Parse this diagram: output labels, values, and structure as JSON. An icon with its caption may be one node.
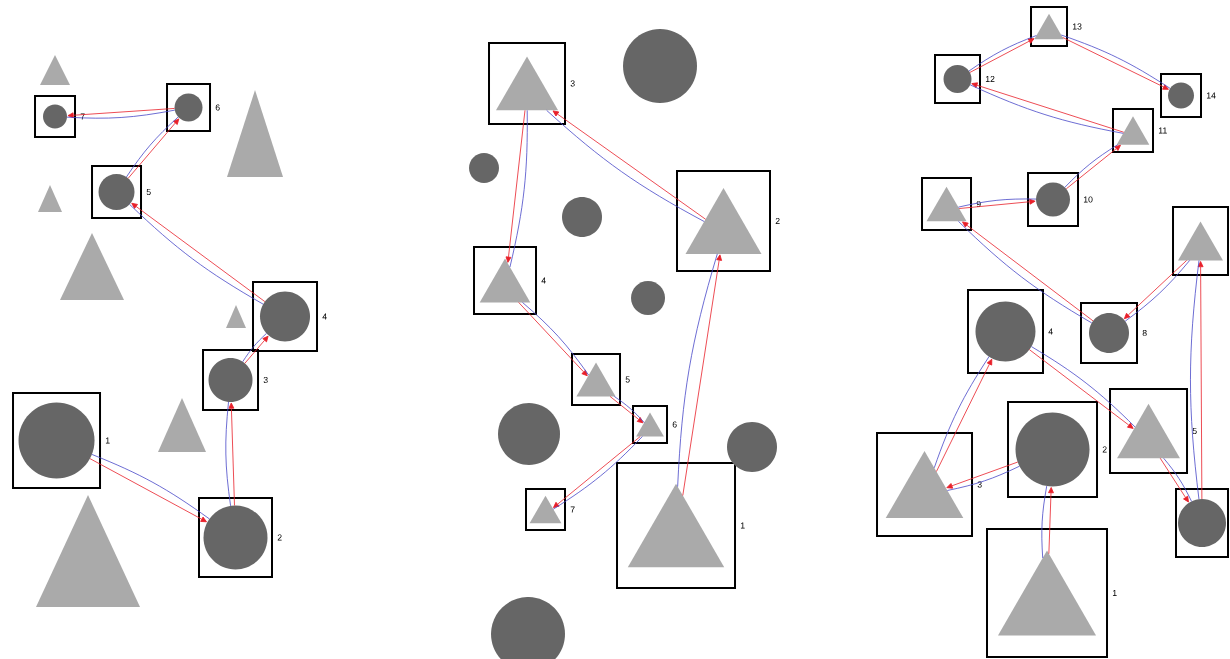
{
  "diagram": {
    "nodes": [
      {
        "text": [],
        "shape": "box",
        "beside": [
          "1"
        ]
      },
      {
        "text": [],
        "shape": "circle",
        "in": 0
      },
      {
        "text": [],
        "shape": "box",
        "beside": [
          "2"
        ]
      },
      {
        "text": [],
        "shape": "circle",
        "in": 2
      },
      {
        "text": [],
        "shape": "box",
        "beside": [
          "3"
        ]
      },
      {
        "text": [],
        "shape": "circle",
        "in": 4
      },
      {
        "text": [],
        "shape": "box",
        "beside": [
          "4"
        ]
      },
      {
        "text": [],
        "shape": "circle",
        "in": 6
      },
      {
        "text": [],
        "shape": "box",
        "beside": [
          "5"
        ]
      },
      {
        "text": [],
        "shape": "circle",
        "in": 8
      },
      {
        "text": [],
        "shape": "box",
        "beside": [
          "6"
        ]
      },
      {
        "text": [],
        "shape": "circle",
        "in": 10
      },
      {
        "text": [],
        "shape": "box",
        "beside": [
          "7"
        ]
      },
      {
        "text": [],
        "shape": "circle",
        "in": 12
      },
      {
        "text": [],
        "shape": "box",
        "beside": [
          "1"
        ]
      },
      {
        "text": [],
        "shape": "triangle",
        "in": 14
      },
      {
        "text": [],
        "shape": "box",
        "beside": [
          "2"
        ]
      },
      {
        "text": [],
        "shape": "triangle",
        "in": 16
      },
      {
        "text": [],
        "shape": "box",
        "beside": [
          "3"
        ]
      },
      {
        "text": [],
        "shape": "triangle",
        "in": 18
      },
      {
        "text": [],
        "shape": "box",
        "beside": [
          "4"
        ]
      },
      {
        "text": [],
        "shape": "triangle",
        "in": 20
      },
      {
        "text": [],
        "shape": "box",
        "beside": [
          "5"
        ]
      },
      {
        "text": [],
        "shape": "triangle",
        "in": 22
      },
      {
        "text": [],
        "shape": "box",
        "beside": [
          "6"
        ]
      },
      {
        "text": [],
        "shape": "triangle",
        "in": 24
      },
      {
        "text": [],
        "shape": "box",
        "beside": [
          "7"
        ]
      },
      {
        "text": [],
        "shape": "triangle",
        "in": 26
      },
      {
        "text": [],
        "shape": "box",
        "beside": [
          "1"
        ]
      },
      {
        "text": [],
        "shape": "triangle",
        "in": 28
      },
      {
        "text": [],
        "shape": "box",
        "beside": [
          "2"
        ]
      },
      {
        "text": [],
        "shape": "circle",
        "in": 30
      },
      {
        "text": [],
        "shape": "box",
        "beside": [
          "3"
        ]
      },
      {
        "text": [],
        "shape": "triangle",
        "in": 32
      },
      {
        "text": [],
        "shape": "box",
        "beside": [
          "4"
        ]
      },
      {
        "text": [],
        "shape": "circle",
        "in": 34
      },
      {
        "text": [],
        "shape": "box",
        "beside": [
          "5"
        ]
      },
      {
        "text": [],
        "shape": "triangle",
        "in": 36
      },
      {
        "text": [],
        "shape": "box"
      },
      {
        "text": [],
        "shape": "circle",
        "in": 38
      },
      {
        "text": [],
        "shape": "box"
      },
      {
        "text": [],
        "shape": "triangle",
        "in": 40
      },
      {
        "text": [],
        "shape": "box",
        "beside": [
          "8"
        ]
      },
      {
        "text": [],
        "shape": "circle",
        "in": 42
      },
      {
        "text": [],
        "shape": "box",
        "beside": [
          "9"
        ]
      },
      {
        "text": [],
        "shape": "triangle",
        "in": 44
      },
      {
        "text": [],
        "shape": "box",
        "beside": [
          "10"
        ]
      },
      {
        "text": [],
        "shape": "circle",
        "in": 46
      },
      {
        "text": [],
        "shape": "box",
        "beside": [
          "11"
        ]
      },
      {
        "text": [],
        "shape": "triangle",
        "in": 48
      },
      {
        "text": [],
        "shape": "box",
        "beside": [
          "12"
        ]
      },
      {
        "text": [],
        "shape": "circle",
        "in": 50
      },
      {
        "text": [],
        "shape": "box",
        "beside": [
          "13"
        ]
      },
      {
        "text": [],
        "shape": "triangle",
        "in": 52
      },
      {
        "text": [],
        "shape": "box",
        "beside": [
          "14"
        ]
      },
      {
        "text": [],
        "shape": "circle",
        "in": 54
      },
      {
        "text": [],
        "shape": "triangle"
      },
      {
        "text": [],
        "shape": "triangle"
      },
      {
        "text": [],
        "shape": "triangle"
      },
      {
        "text": [],
        "shape": "triangle"
      },
      {
        "text": [],
        "shape": "triangle"
      },
      {
        "text": [],
        "shape": "triangle"
      },
      {
        "text": [],
        "shape": "triangle"
      },
      {
        "text": [],
        "shape": "circle"
      },
      {
        "text": [],
        "shape": "circle"
      },
      {
        "text": [],
        "shape": "circle"
      },
      {
        "text": [],
        "shape": "circle"
      },
      {
        "text": [],
        "shape": "circle"
      },
      {
        "text": [],
        "shape": "circle"
      },
      {
        "text": [],
        "shape": "circle"
      }
    ],
    "edges": [
      {
        "from": 1,
        "to": 3,
        "arrow": "to",
        "color": "#e8202a"
      },
      {
        "from": 1,
        "to": 3,
        "arrow": "none",
        "color": "#4848c8"
      },
      {
        "from": 3,
        "to": 5,
        "arrow": "to",
        "color": "#e8202a"
      },
      {
        "from": 3,
        "to": 5,
        "arrow": "none",
        "color": "#4848c8"
      },
      {
        "from": 5,
        "to": 7,
        "arrow": "to",
        "color": "#e8202a"
      },
      {
        "from": 5,
        "to": 7,
        "arrow": "none",
        "color": "#4848c8"
      },
      {
        "from": 7,
        "to": 9,
        "arrow": "to",
        "color": "#e8202a"
      },
      {
        "from": 7,
        "to": 9,
        "arrow": "none",
        "color": "#4848c8"
      },
      {
        "from": 9,
        "to": 11,
        "arrow": "to",
        "color": "#e8202a"
      },
      {
        "from": 9,
        "to": 11,
        "arrow": "none",
        "color": "#4848c8"
      },
      {
        "from": 11,
        "to": 13,
        "arrow": "to",
        "color": "#e8202a"
      },
      {
        "from": 11,
        "to": 13,
        "arrow": "none",
        "color": "#4848c8"
      },
      {
        "from": 15,
        "to": 17,
        "arrow": "to",
        "color": "#e8202a"
      },
      {
        "from": 15,
        "to": 17,
        "arrow": "none",
        "color": "#4848c8"
      },
      {
        "from": 17,
        "to": 19,
        "arrow": "to",
        "color": "#e8202a"
      },
      {
        "from": 17,
        "to": 19,
        "arrow": "none",
        "color": "#4848c8"
      },
      {
        "from": 19,
        "to": 21,
        "arrow": "to",
        "color": "#e8202a"
      },
      {
        "from": 19,
        "to": 21,
        "arrow": "none",
        "color": "#4848c8"
      },
      {
        "from": 21,
        "to": 23,
        "arrow": "to",
        "color": "#e8202a"
      },
      {
        "from": 21,
        "to": 23,
        "arrow": "none",
        "color": "#4848c8"
      },
      {
        "from": 23,
        "to": 25,
        "arrow": "to",
        "color": "#e8202a"
      },
      {
        "from": 23,
        "to": 25,
        "arrow": "none",
        "color": "#4848c8"
      },
      {
        "from": 25,
        "to": 27,
        "arrow": "to",
        "color": "#e8202a"
      },
      {
        "from": 25,
        "to": 27,
        "arrow": "none",
        "color": "#4848c8"
      },
      {
        "from": 29,
        "to": 31,
        "arrow": "to",
        "color": "#e8202a"
      },
      {
        "from": 29,
        "to": 31,
        "arrow": "none",
        "color": "#4848c8"
      },
      {
        "from": 31,
        "to": 33,
        "arrow": "to",
        "color": "#e8202a"
      },
      {
        "from": 31,
        "to": 33,
        "arrow": "none",
        "color": "#4848c8"
      },
      {
        "from": 33,
        "to": 35,
        "arrow": "to",
        "color": "#e8202a"
      },
      {
        "from": 33,
        "to": 35,
        "arrow": "none",
        "color": "#4848c8"
      },
      {
        "from": 35,
        "to": 37,
        "arrow": "to",
        "color": "#e8202a"
      },
      {
        "from": 35,
        "to": 37,
        "arrow": "none",
        "color": "#4848c8"
      },
      {
        "from": 37,
        "to": 39,
        "arrow": "to",
        "color": "#e8202a"
      },
      {
        "from": 37,
        "to": 39,
        "arrow": "none",
        "color": "#4848c8"
      },
      {
        "from": 39,
        "to": 41,
        "arrow": "to",
        "color": "#e8202a"
      },
      {
        "from": 39,
        "to": 41,
        "arrow": "none",
        "color": "#4848c8"
      },
      {
        "from": 41,
        "to": 43,
        "arrow": "to",
        "color": "#e8202a"
      },
      {
        "from": 41,
        "to": 43,
        "arrow": "none",
        "color": "#4848c8"
      },
      {
        "from": 43,
        "to": 45,
        "arrow": "to",
        "color": "#e8202a"
      },
      {
        "from": 43,
        "to": 45,
        "arrow": "none",
        "color": "#4848c8"
      },
      {
        "from": 45,
        "to": 47,
        "arrow": "to",
        "color": "#e8202a"
      },
      {
        "from": 45,
        "to": 47,
        "arrow": "none",
        "color": "#4848c8"
      },
      {
        "from": 47,
        "to": 49,
        "arrow": "to",
        "color": "#e8202a"
      },
      {
        "from": 47,
        "to": 49,
        "arrow": "none",
        "color": "#4848c8"
      },
      {
        "from": 49,
        "to": 51,
        "arrow": "to",
        "color": "#e8202a"
      },
      {
        "from": 49,
        "to": 51,
        "arrow": "none",
        "color": "#4848c8"
      },
      {
        "from": 51,
        "to": 53,
        "arrow": "to",
        "color": "#e8202a"
      },
      {
        "from": 51,
        "to": 53,
        "arrow": "none",
        "color": "#4848c8"
      },
      {
        "from": 53,
        "to": 55,
        "arrow": "to",
        "color": "#e8202a"
      },
      {
        "from": 53,
        "to": 55,
        "arrow": "none",
        "color": "#4848c8"
      }
    ]
  }
}
